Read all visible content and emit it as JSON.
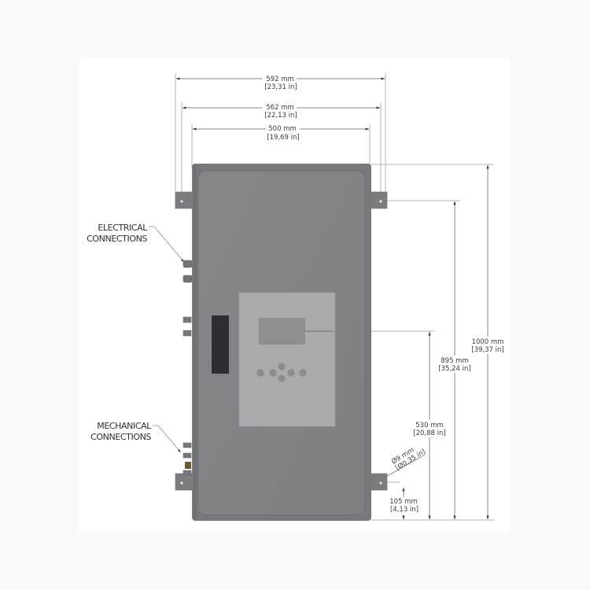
{
  "diagram": {
    "type": "technical-dimension-drawing",
    "subject": "Wall-mounted gray cabinet enclosure with control panel",
    "colors": {
      "background": "#f9f9f9",
      "panel": "#ffffff",
      "cabinet": "#7b7d81",
      "cabinet_door": "#818387",
      "control_plate": "#a8aaae",
      "display": "#8d8f93",
      "buttons": "#8a8c90",
      "handle": "#2b2e32",
      "dimension_line": "#a6a6a6",
      "text": "#3a3a3a"
    },
    "horizontal_dimensions": [
      {
        "id": "overall-width",
        "mm": "592 mm",
        "in": "[23,31 in]"
      },
      {
        "id": "bracket-hole-spacing",
        "mm": "562 mm",
        "in": "[22,13 in]"
      },
      {
        "id": "cabinet-width",
        "mm": "500 mm",
        "in": "[19,69 in]"
      }
    ],
    "vertical_dimensions": [
      {
        "id": "overall-height",
        "mm": "1000 mm",
        "in": "[39,37 in]"
      },
      {
        "id": "bracket-hole-height",
        "mm": "895 mm",
        "in": "[35,24 in]"
      },
      {
        "id": "display-height",
        "mm": "530 mm",
        "in": "[20,88 in]"
      },
      {
        "id": "lower-bracket-height",
        "mm": "105 mm",
        "in": "[4,13 in]"
      }
    ],
    "hole_diameter": {
      "mm": "Ø9 mm",
      "in": "[Ø0,35 in]"
    },
    "callouts": [
      {
        "id": "electrical",
        "line1": "ELECTRICAL",
        "line2": "CONNECTIONS"
      },
      {
        "id": "mechanical",
        "line1": "MECHANICAL",
        "line2": "CONNECTIONS"
      }
    ],
    "control_panel": {
      "buttons": 6
    }
  }
}
